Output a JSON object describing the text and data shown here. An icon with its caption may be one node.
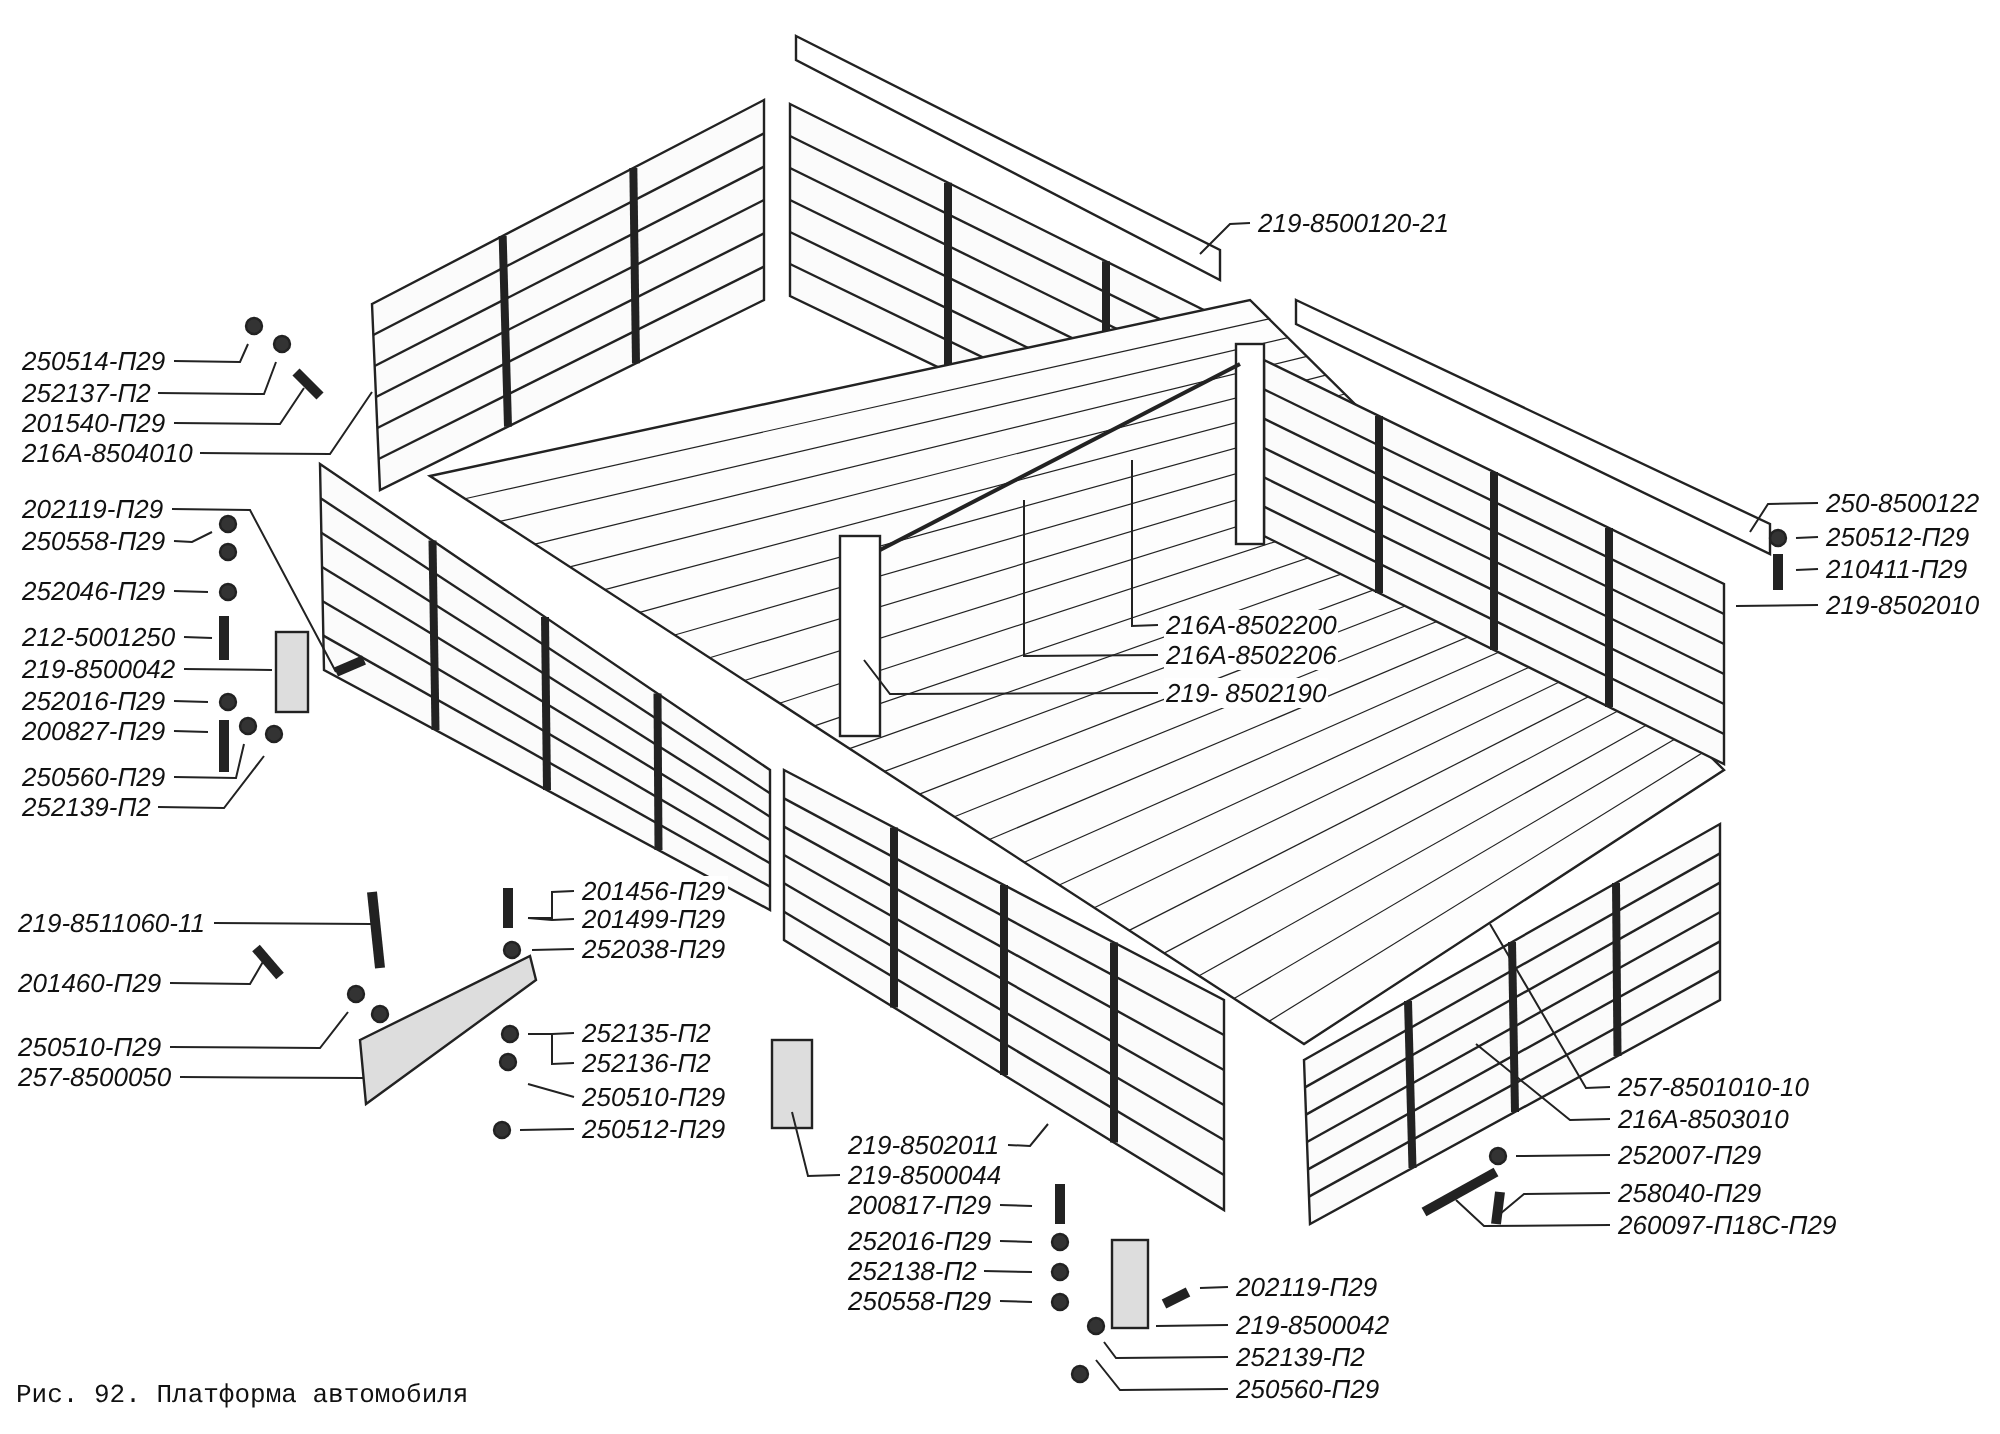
{
  "diagram": {
    "caption": "Рис. 92. Платформа автомобиля",
    "nodes": [
      {
        "text": [
          "250514-П29"
        ]
      },
      {
        "text": [
          "252137-П2"
        ]
      },
      {
        "text": [
          "201540-П29"
        ]
      },
      {
        "text": [
          "216А-8504010"
        ]
      },
      {
        "text": [
          "202119-П29"
        ]
      },
      {
        "text": [
          "250558-П29"
        ]
      },
      {
        "text": [
          "252046-П29"
        ]
      },
      {
        "text": [
          "212-5001250"
        ]
      },
      {
        "text": [
          "219-8500042"
        ]
      },
      {
        "text": [
          "252016-П29"
        ]
      },
      {
        "text": [
          "200827-П29"
        ]
      },
      {
        "text": [
          "250560-П29"
        ]
      },
      {
        "text": [
          "252139-П2"
        ]
      },
      {
        "text": [
          "219-8511060-11"
        ]
      },
      {
        "text": [
          "201460-П29"
        ]
      },
      {
        "text": [
          "250510-П29"
        ]
      },
      {
        "text": [
          "257-8500050"
        ]
      },
      {
        "text": [
          "201456-П29"
        ]
      },
      {
        "text": [
          "201499-П29"
        ]
      },
      {
        "text": [
          "252038-П29"
        ]
      },
      {
        "text": [
          "252135-П2"
        ]
      },
      {
        "text": [
          "252136-П2"
        ]
      },
      {
        "text": [
          "250510-П29"
        ]
      },
      {
        "text": [
          "250512-П29"
        ]
      },
      {
        "text": [
          "219-8502011"
        ]
      },
      {
        "text": [
          "219-8500044"
        ]
      },
      {
        "text": [
          "200817-П29"
        ]
      },
      {
        "text": [
          "252016-П29"
        ]
      },
      {
        "text": [
          "252138-П2"
        ]
      },
      {
        "text": [
          "250558-П29"
        ]
      },
      {
        "text": [
          "202119-П29"
        ]
      },
      {
        "text": [
          "219-8500042"
        ]
      },
      {
        "text": [
          "252139-П2"
        ]
      },
      {
        "text": [
          "250560-П29"
        ]
      },
      {
        "text": [
          "219-8500120-21"
        ]
      },
      {
        "text": [
          "250-8500122"
        ]
      },
      {
        "text": [
          "250512-П29"
        ]
      },
      {
        "text": [
          "210411-П29"
        ]
      },
      {
        "text": [
          "219-8502010"
        ]
      },
      {
        "text": [
          "216А-8502200"
        ]
      },
      {
        "text": [
          "216А-8502206"
        ]
      },
      {
        "text": [
          "219- 8502190"
        ]
      },
      {
        "text": [
          "257-8501010-10"
        ]
      },
      {
        "text": [
          "216А-8503010"
        ]
      },
      {
        "text": [
          "252007-П29"
        ]
      },
      {
        "text": [
          "258040-П29"
        ]
      },
      {
        "text": [
          "260097-П18С-П29"
        ]
      }
    ],
    "edges": [
      {
        "from": 0,
        "to": null,
        "arrow": "none"
      },
      {
        "from": 1,
        "to": null,
        "arrow": "none"
      },
      {
        "from": 2,
        "to": null,
        "arrow": "none"
      },
      {
        "from": 3,
        "to": null,
        "arrow": "none"
      },
      {
        "from": 4,
        "to": null,
        "arrow": "none"
      },
      {
        "from": 5,
        "to": null,
        "arrow": "none"
      },
      {
        "from": 6,
        "to": null,
        "arrow": "none"
      },
      {
        "from": 7,
        "to": null,
        "arrow": "none"
      },
      {
        "from": 8,
        "to": null,
        "arrow": "none"
      },
      {
        "from": 9,
        "to": null,
        "arrow": "none"
      },
      {
        "from": 10,
        "to": null,
        "arrow": "none"
      },
      {
        "from": 11,
        "to": null,
        "arrow": "none"
      },
      {
        "from": 12,
        "to": null,
        "arrow": "none"
      },
      {
        "from": 13,
        "to": null,
        "arrow": "none"
      },
      {
        "from": 14,
        "to": null,
        "arrow": "none"
      },
      {
        "from": 15,
        "to": null,
        "arrow": "none"
      },
      {
        "from": 16,
        "to": null,
        "arrow": "none"
      },
      {
        "from": 17,
        "to": null,
        "arrow": "none"
      },
      {
        "from": 18,
        "to": null,
        "arrow": "none"
      },
      {
        "from": 19,
        "to": null,
        "arrow": "none"
      },
      {
        "from": 20,
        "to": null,
        "arrow": "none"
      },
      {
        "from": 21,
        "to": null,
        "arrow": "none"
      },
      {
        "from": 22,
        "to": null,
        "arrow": "none"
      },
      {
        "from": 23,
        "to": null,
        "arrow": "none"
      },
      {
        "from": 24,
        "to": null,
        "arrow": "none"
      },
      {
        "from": 25,
        "to": null,
        "arrow": "none"
      },
      {
        "from": 26,
        "to": null,
        "arrow": "none"
      },
      {
        "from": 27,
        "to": null,
        "arrow": "none"
      },
      {
        "from": 28,
        "to": null,
        "arrow": "none"
      },
      {
        "from": 29,
        "to": null,
        "arrow": "none"
      },
      {
        "from": 30,
        "to": null,
        "arrow": "none"
      },
      {
        "from": 31,
        "to": null,
        "arrow": "none"
      },
      {
        "from": 32,
        "to": null,
        "arrow": "none"
      },
      {
        "from": 33,
        "to": null,
        "arrow": "none"
      },
      {
        "from": 34,
        "to": null,
        "arrow": "none"
      },
      {
        "from": 35,
        "to": null,
        "arrow": "none"
      },
      {
        "from": 36,
        "to": null,
        "arrow": "none"
      },
      {
        "from": 37,
        "to": null,
        "arrow": "none"
      },
      {
        "from": 38,
        "to": null,
        "arrow": "none"
      },
      {
        "from": 39,
        "to": null,
        "arrow": "none"
      },
      {
        "from": 40,
        "to": null,
        "arrow": "none"
      },
      {
        "from": 41,
        "to": null,
        "arrow": "none"
      },
      {
        "from": 42,
        "to": null,
        "arrow": "none"
      },
      {
        "from": 43,
        "to": null,
        "arrow": "none"
      },
      {
        "from": 44,
        "to": null,
        "arrow": "none"
      },
      {
        "from": 45,
        "to": null,
        "arrow": "none"
      },
      {
        "from": 46,
        "to": null,
        "arrow": "none"
      }
    ]
  }
}
